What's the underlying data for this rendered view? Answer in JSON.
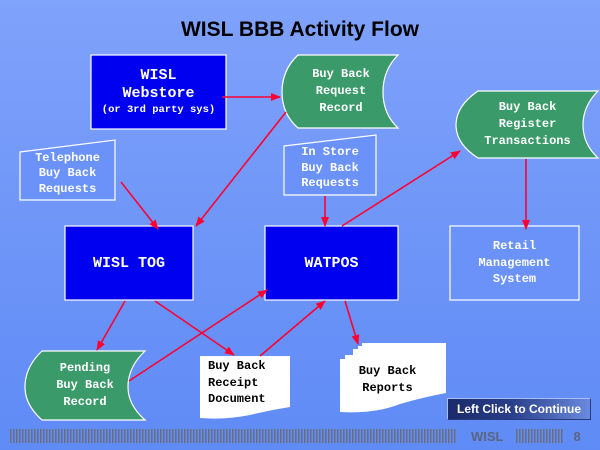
{
  "title": "WISL BBB Activity Flow",
  "colors": {
    "background": "#7fa2fb",
    "process_box": "#0000f0",
    "data_store": "#3a9a6a",
    "arrow": "#ff0033",
    "outline": "#ffffff"
  },
  "nodes": {
    "webstore": {
      "lines": [
        "WISL",
        "Webstore",
        "(or 3rd party sys)"
      ],
      "shape": "process"
    },
    "buy_back_request_record": {
      "lines": [
        "Buy Back",
        "Request",
        "Record"
      ],
      "shape": "stored-data"
    },
    "buy_back_register_transactions": {
      "lines": [
        "Buy Back",
        "Register",
        "Transactions"
      ],
      "shape": "stored-data"
    },
    "telephone_requests": {
      "lines": [
        "Telephone",
        "Buy Back",
        "Requests"
      ],
      "shape": "manual-input"
    },
    "in_store_requests": {
      "lines": [
        "In Store",
        "Buy Back",
        "Requests"
      ],
      "shape": "manual-input"
    },
    "wisl_tog": {
      "lines": [
        "WISL TOG"
      ],
      "shape": "process"
    },
    "watpos": {
      "lines": [
        "WATPOS"
      ],
      "shape": "process"
    },
    "retail_management_system": {
      "lines": [
        "Retail",
        "Management",
        "System"
      ],
      "shape": "box"
    },
    "pending_buy_back_record": {
      "lines": [
        "Pending",
        "Buy Back",
        "Record"
      ],
      "shape": "stored-data"
    },
    "buy_back_receipt_document": {
      "lines": [
        "Buy Back",
        "Receipt",
        "Document"
      ],
      "shape": "document"
    },
    "buy_back_reports": {
      "lines": [
        "Buy Back",
        "Reports"
      ],
      "shape": "multi-document"
    }
  },
  "edges": [
    {
      "from": "webstore",
      "to": "buy_back_request_record"
    },
    {
      "from": "buy_back_request_record",
      "to": "wisl_tog"
    },
    {
      "from": "telephone_requests",
      "to": "wisl_tog"
    },
    {
      "from": "in_store_requests",
      "to": "watpos"
    },
    {
      "from": "watpos",
      "to": "buy_back_register_transactions"
    },
    {
      "from": "buy_back_register_transactions",
      "to": "retail_management_system"
    },
    {
      "from": "wisl_tog",
      "to": "pending_buy_back_record"
    },
    {
      "from": "wisl_tog",
      "to": "buy_back_receipt_document"
    },
    {
      "from": "pending_buy_back_record",
      "to": "watpos"
    },
    {
      "from": "buy_back_receipt_document",
      "to": "watpos"
    },
    {
      "from": "watpos",
      "to": "buy_back_reports"
    }
  ],
  "continue_button": {
    "label": "Left Click to Continue"
  },
  "footer": {
    "brand": "WISL",
    "page_number": "8"
  }
}
